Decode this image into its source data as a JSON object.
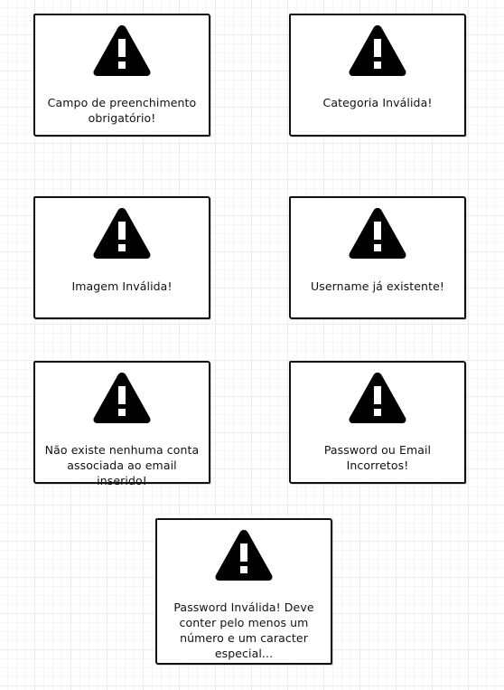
{
  "icon": "warning-triangle-icon",
  "icon_color": "#000000",
  "border_color": "#111111",
  "cards": [
    {
      "message": "Campo de preenchimento obrigatório!"
    },
    {
      "message": "Categoria Inválida!"
    },
    {
      "message": "Imagem Inválida!"
    },
    {
      "message": "Username já existente!"
    },
    {
      "message": "Não existe nenhuma conta associada ao email inserido!"
    },
    {
      "message": "Password ou Email Incorretos!"
    },
    {
      "message": "Password Inválida! Deve conter pelo menos um número e um caracter especial..."
    }
  ]
}
